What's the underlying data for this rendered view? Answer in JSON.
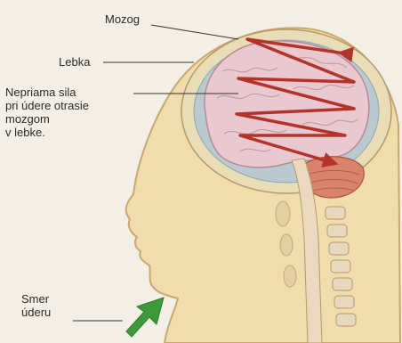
{
  "labels": {
    "brain": "Mozog",
    "skull": "Lebka",
    "force": [
      "Nepriama sila",
      "pri údere otrasie",
      "mozgom",
      "v lebke."
    ],
    "direction": [
      "Smer",
      "úderu"
    ]
  },
  "colors": {
    "background": "#f4efe6",
    "skin": "#f1dcae",
    "skin_outline": "#c9a870",
    "skull": "#e9ddb8",
    "fluid": "#b9c9cf",
    "brain": "#e9c8cf",
    "brain_outline": "#b98a94",
    "cerebellum": "#d9826c",
    "arrow_red": "#b3322a",
    "arrow_green": "#3c9a3a",
    "text": "#2a2a2a"
  }
}
